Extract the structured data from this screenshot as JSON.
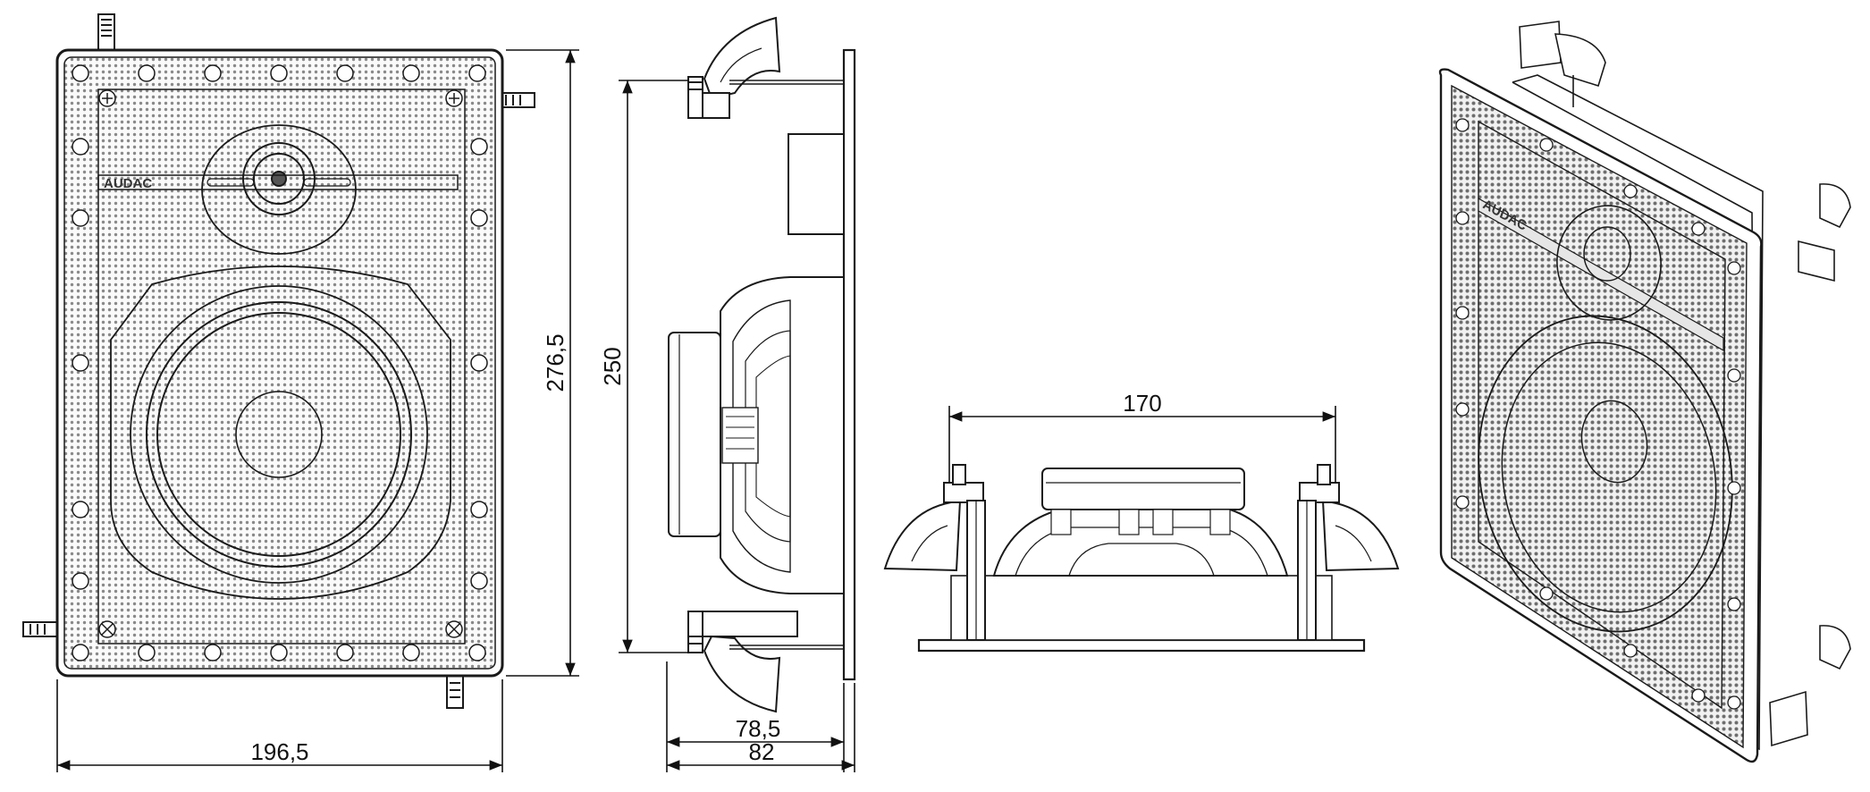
{
  "drawing": {
    "brand": "AUDAC",
    "colors": {
      "line": "#1a1a1a",
      "grille": "#3a3a3a",
      "background": "#ffffff"
    }
  },
  "views": {
    "front": {
      "width_label": "196,5",
      "height_label": "276,5"
    },
    "side": {
      "height_label": "250",
      "depth_label": "78,5",
      "total_depth_label": "82"
    },
    "top": {
      "width_label": "170"
    },
    "perspective": {}
  }
}
